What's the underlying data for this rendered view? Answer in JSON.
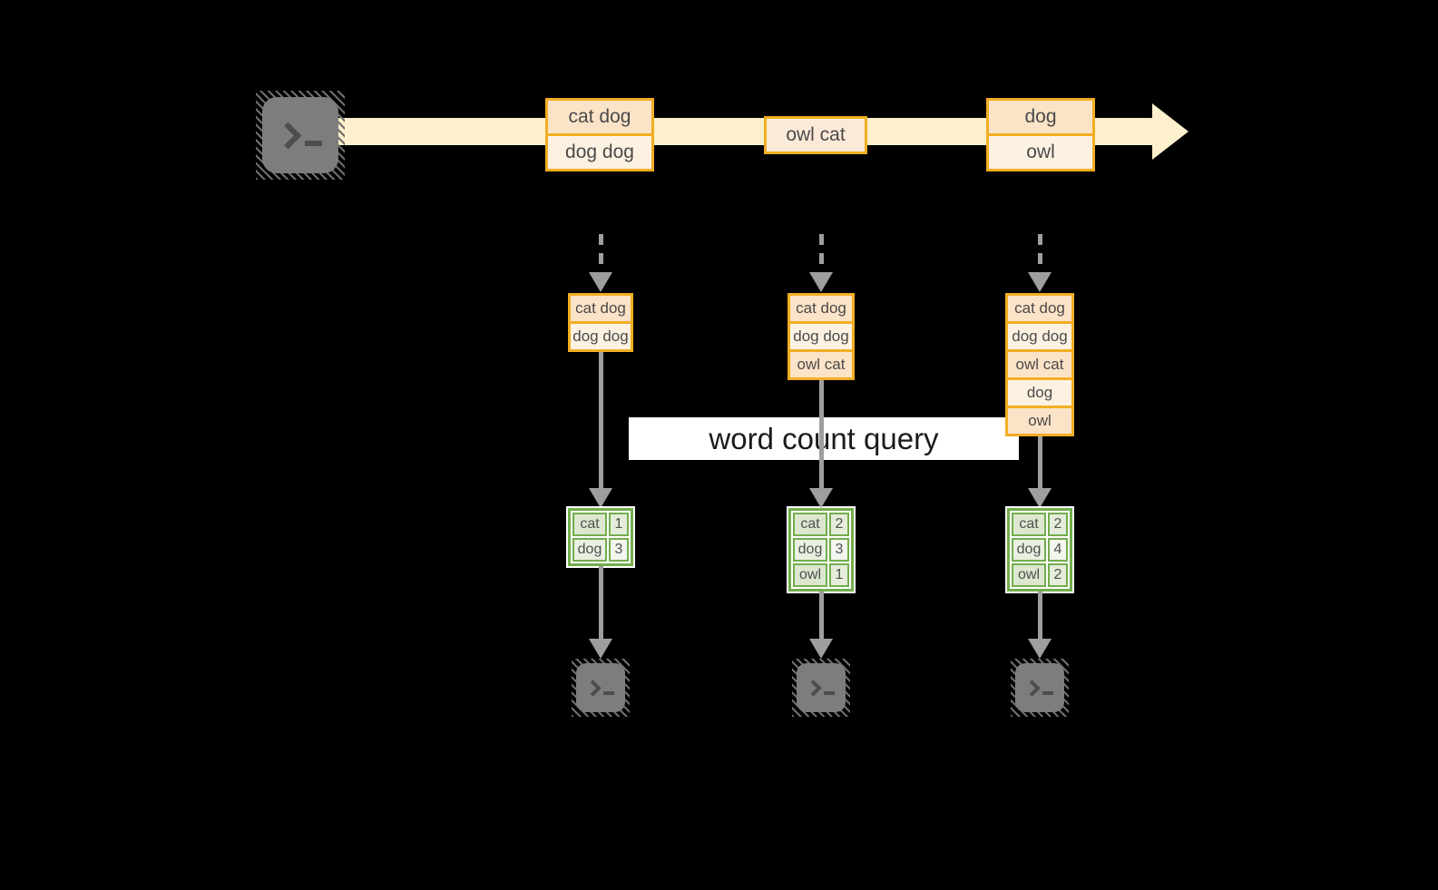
{
  "palette": {
    "background": "#000000",
    "stream_fill": "#fcf0cd",
    "event_border": "#f2ae22",
    "event_fill_dark": "#fbe3c7",
    "event_fill_light": "#fdf2e2",
    "table_border": "#72ad4c",
    "table_fill_dark": "#dbe7cf",
    "table_fill_light": "#e9f0e2",
    "arrow_gray": "#9e9e9e",
    "terminal_gray": "#7d7d7d",
    "banner_bg": "#ffffff"
  },
  "banner": {
    "label": "word count query"
  },
  "stream_events": [
    {
      "cells": [
        "cat dog",
        "dog dog"
      ]
    },
    {
      "cells": [
        "owl cat"
      ]
    },
    {
      "cells": [
        "dog",
        "owl"
      ]
    }
  ],
  "pipelines": [
    {
      "buffer": [
        "cat dog",
        "dog dog"
      ],
      "counts": [
        {
          "word": "cat",
          "count": "1"
        },
        {
          "word": "dog",
          "count": "3"
        }
      ]
    },
    {
      "buffer": [
        "cat dog",
        "dog dog",
        "owl cat"
      ],
      "counts": [
        {
          "word": "cat",
          "count": "2"
        },
        {
          "word": "dog",
          "count": "3"
        },
        {
          "word": "owl",
          "count": "1"
        }
      ]
    },
    {
      "buffer": [
        "cat dog",
        "dog dog",
        "owl cat",
        "dog",
        "owl"
      ],
      "counts": [
        {
          "word": "cat",
          "count": "2"
        },
        {
          "word": "dog",
          "count": "4"
        },
        {
          "word": "owl",
          "count": "2"
        }
      ]
    }
  ]
}
